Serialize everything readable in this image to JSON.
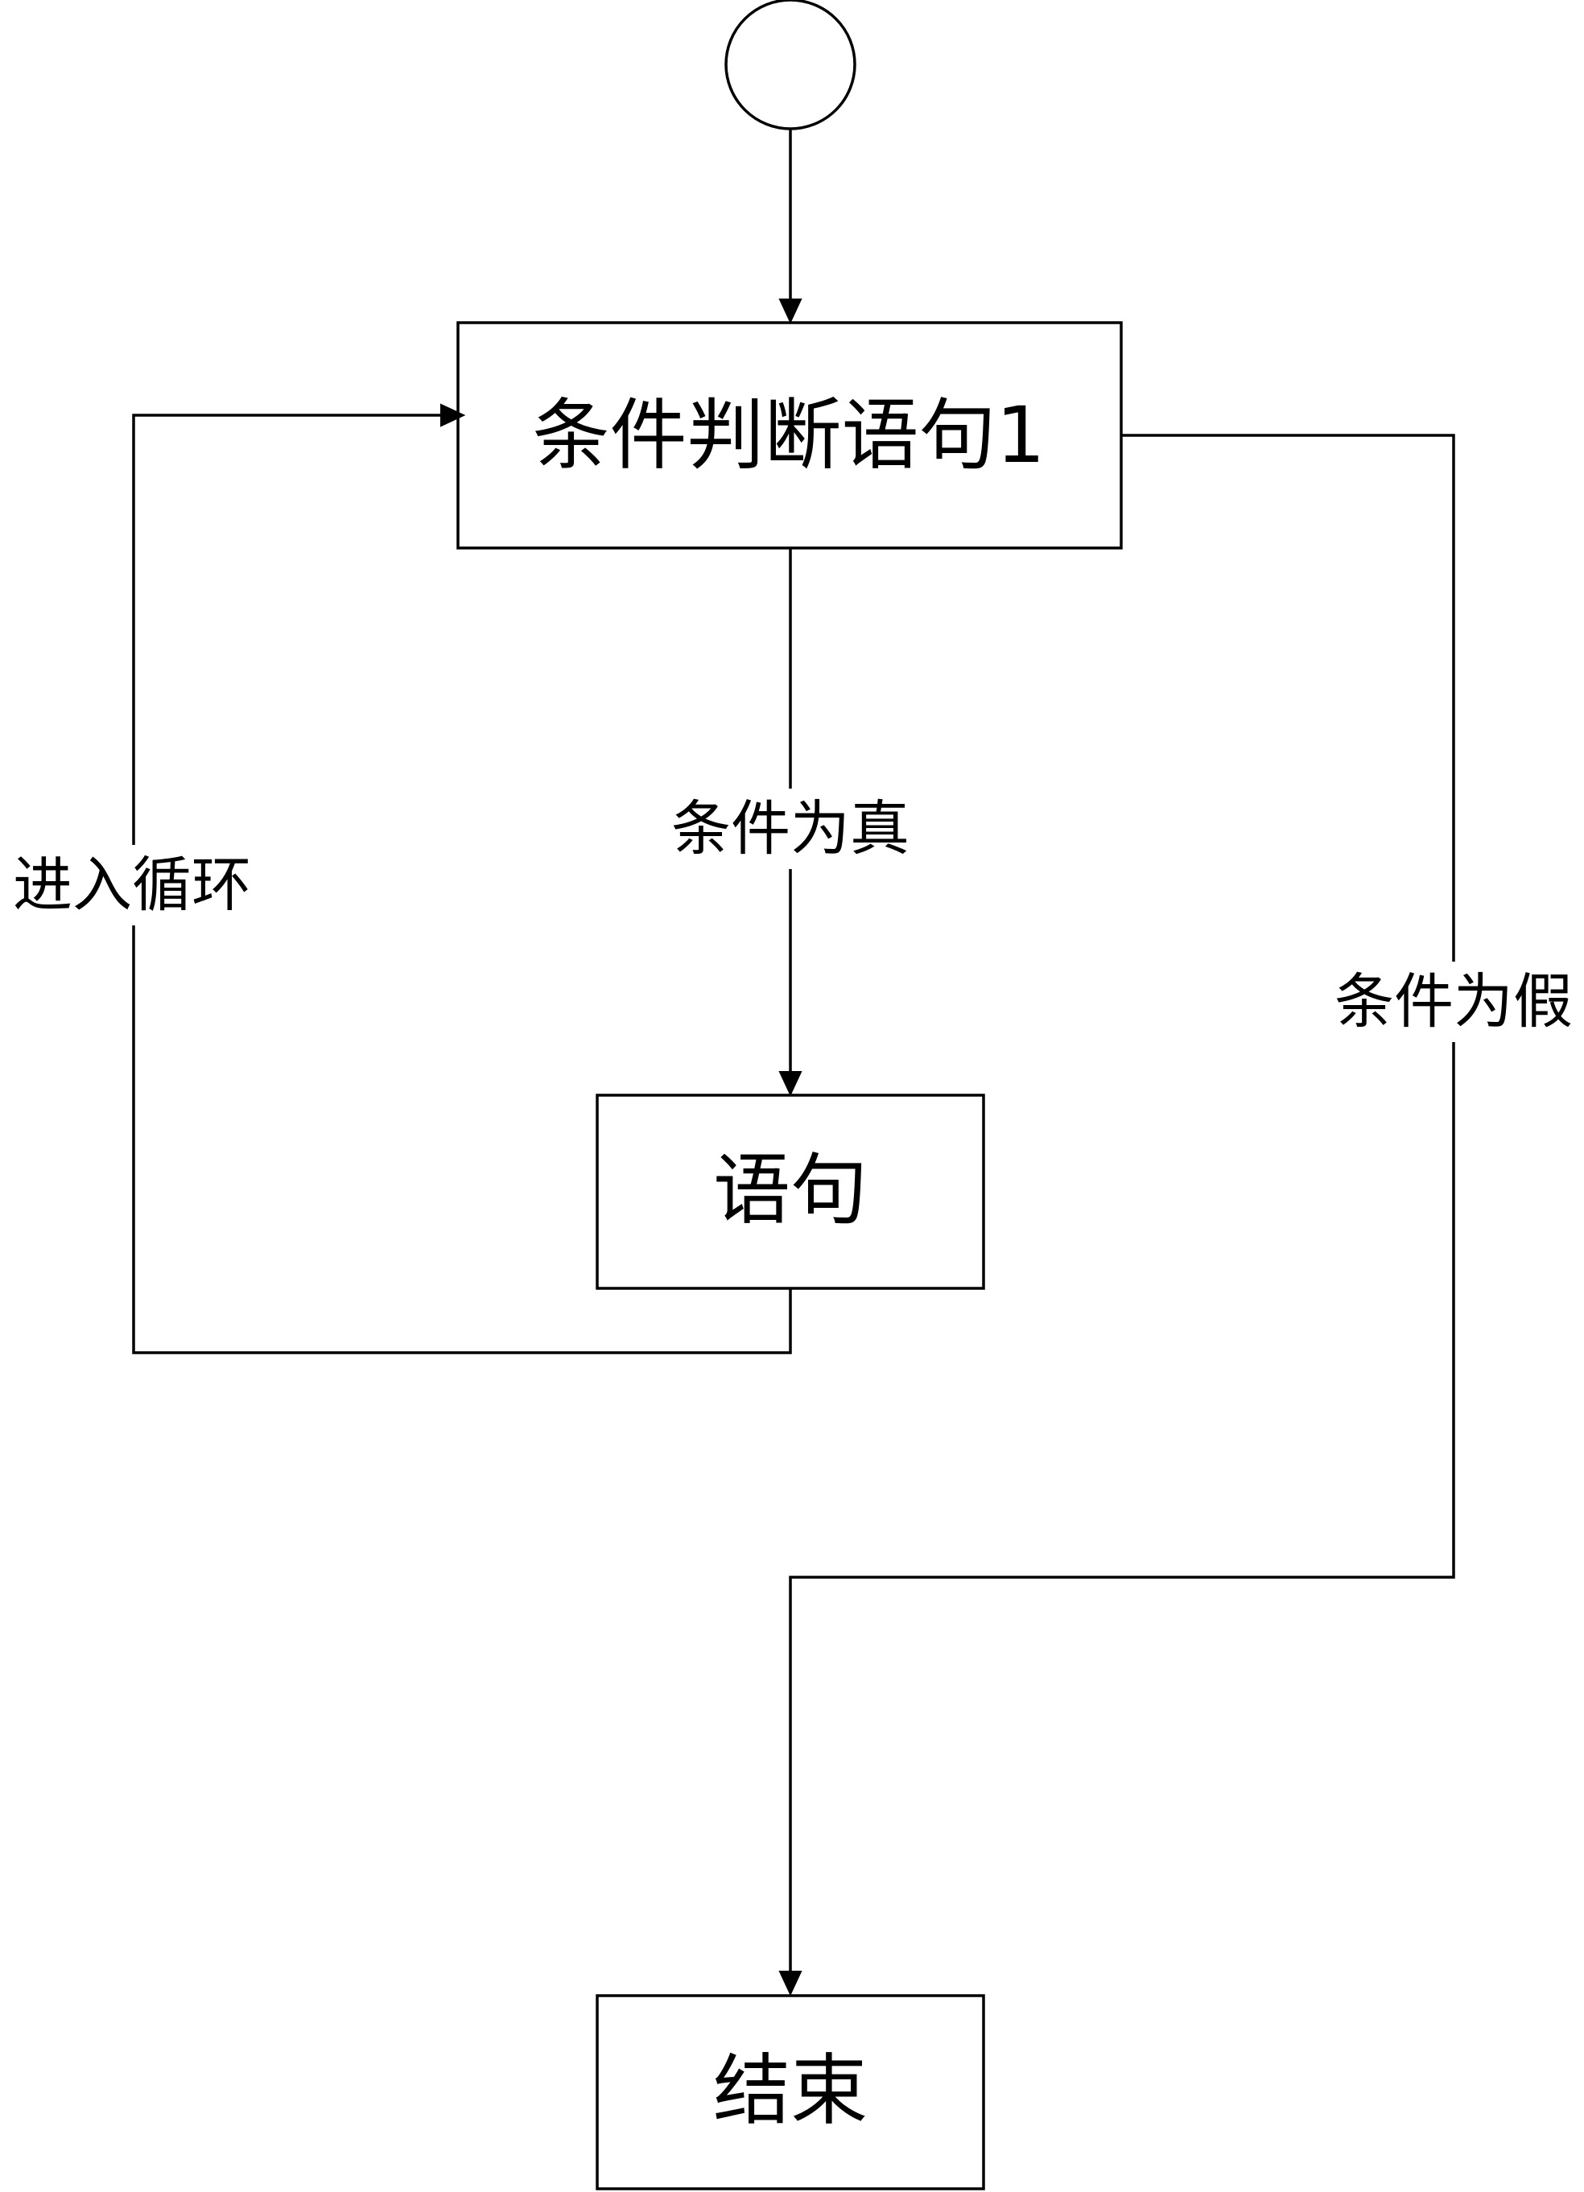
{
  "nodes": {
    "start": {
      "label": ""
    },
    "condition": {
      "label": "条件判断语句1"
    },
    "statement": {
      "label": "语句"
    },
    "end": {
      "label": "结束"
    }
  },
  "edges": {
    "true_branch": {
      "label": "条件为真"
    },
    "loop_back": {
      "label": "进入循环"
    },
    "false_branch": {
      "label": "条件为假"
    }
  }
}
